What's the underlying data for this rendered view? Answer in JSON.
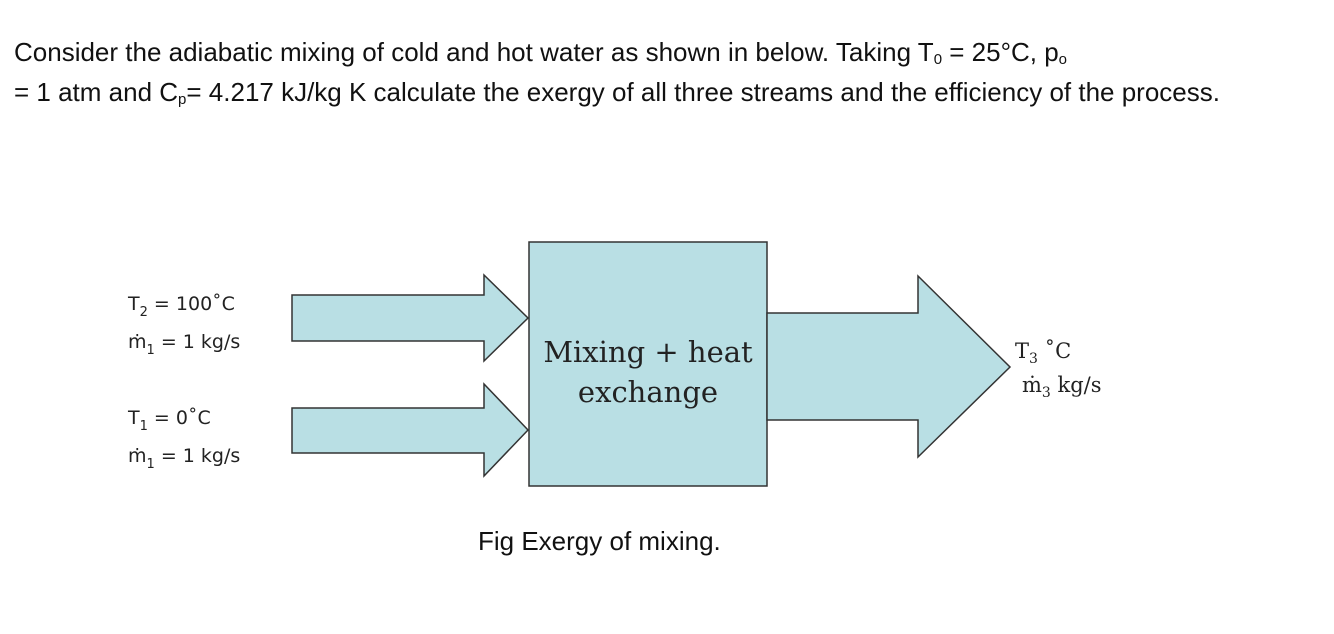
{
  "problem": {
    "line1_pre": "Consider the adiabatic mixing of cold and hot water as shown in below. Taking T",
    "T0_sub": "0",
    "line1_mid": " = 25°C, p",
    "p0_sub": "o",
    "line2_pre": " = 1 atm and C",
    "Cp_sub": "p",
    "line2_rest": "= 4.217 kJ/kg K calculate the exergy of all three streams and the efficiency of the process."
  },
  "diagram": {
    "hot_inlet": {
      "T_symbol": "T",
      "T_sub": "2",
      "T_value": " = 100˚C",
      "m_symbol": "ṁ",
      "m_sub": "1",
      "m_value": " = 1 kg/s"
    },
    "cold_inlet": {
      "T_symbol": "T",
      "T_sub": "1",
      "T_value": " = 0˚C",
      "m_symbol": "ṁ",
      "m_sub": "1",
      "m_value": " = 1 kg/s"
    },
    "box": {
      "line1": "Mixing + heat",
      "line2": "exchange"
    },
    "outlet": {
      "T_symbol": "T",
      "T_sub": "3",
      "T_value": " ˚C",
      "m_symbol": "ṁ",
      "m_sub": "3",
      "m_value": "  kg/s"
    },
    "fill_color": "#b9dfe4",
    "stroke_color": "#333333"
  },
  "caption": "Fig Exergy of mixing."
}
